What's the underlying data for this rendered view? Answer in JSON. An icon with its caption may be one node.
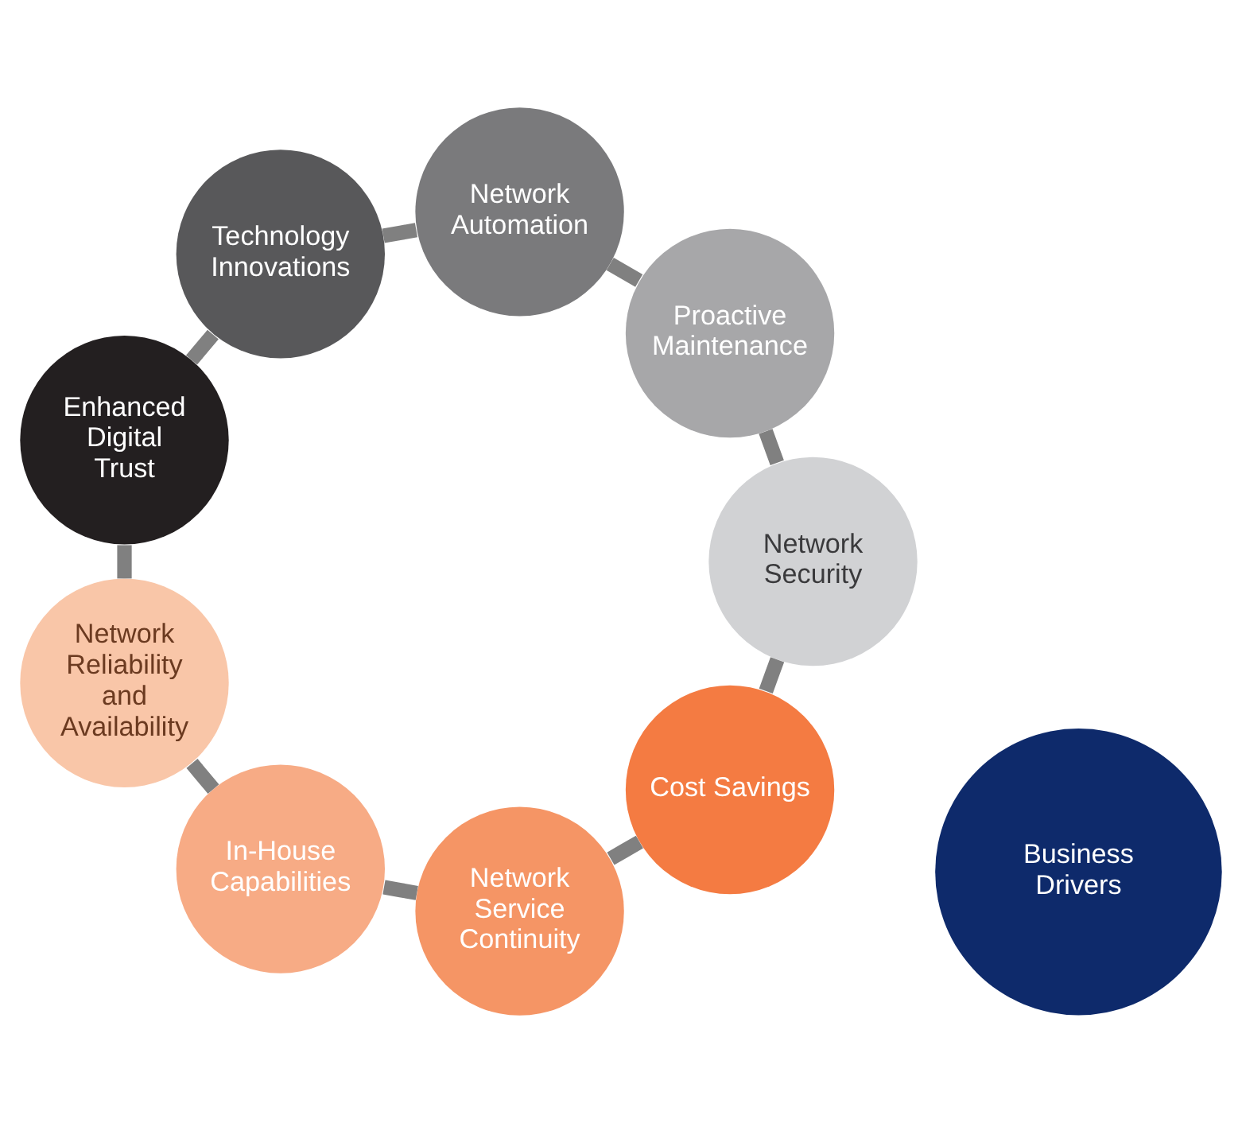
{
  "diagram": {
    "nodes": [
      {
        "text": [
          "Cost Savings"
        ]
      },
      {
        "text": [
          "Network Service Continuity"
        ]
      },
      {
        "text": [
          "In-House Capabilities"
        ]
      },
      {
        "text": [
          "Network Reliability and Availability"
        ]
      },
      {
        "text": [
          "Enhanced Digital Trust"
        ]
      },
      {
        "text": [
          "Technology Innovations"
        ]
      },
      {
        "text": [
          "Network Automation"
        ]
      },
      {
        "text": [
          "Proactive Maintenance"
        ]
      },
      {
        "text": [
          "Network Security"
        ]
      },
      {
        "text": [
          "Business Drivers"
        ]
      }
    ],
    "edges": [
      {
        "from": 0,
        "to": 1,
        "arrow": "none"
      },
      {
        "from": 1,
        "to": 2,
        "arrow": "none"
      },
      {
        "from": 2,
        "to": 3,
        "arrow": "none"
      },
      {
        "from": 3,
        "to": 4,
        "arrow": "none"
      },
      {
        "from": 4,
        "to": 5,
        "arrow": "none"
      },
      {
        "from": 5,
        "to": 6,
        "arrow": "none"
      },
      {
        "from": 6,
        "to": 7,
        "arrow": "none"
      },
      {
        "from": 7,
        "to": 8,
        "arrow": "none"
      },
      {
        "from": 8,
        "to": 0,
        "arrow": "none"
      }
    ]
  }
}
